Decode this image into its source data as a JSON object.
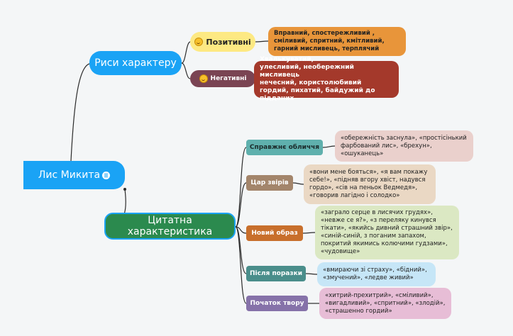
{
  "root": {
    "label": "Лис Микита",
    "icon": "note-icon"
  },
  "branches": {
    "traits": {
      "label": "Риси характеру",
      "positive": {
        "label": "Позитивні",
        "icon": "smiley-icon",
        "text": "Вправний, спостережливий , сміливий, спритний, кмітливий, гарний мисливець, терплячий"
      },
      "negative": {
        "label": "Негативні",
        "icon": "frown-icon",
        "text": "Хвалькуватий,\nулесливий,     необережний мисливець\nнечесний, користолюбивий\nгордий, пихатий, байдужий до підданих"
      }
    },
    "quotes": {
      "label": "Цитатна характеристика",
      "items": [
        {
          "label": "Справжнє обличчя",
          "text": "«обережність заснула», «простісінький фарбований лис», «брехун», «ошуканець»"
        },
        {
          "label": "Цар звірів",
          "text": "«вони мене бояться», «я вам покажу себе!», «підняв вгору хвіст, надувся гордо», «сів на пеньок Ведмедя», «говорив лагідно і солодко»"
        },
        {
          "label": "Новий образ",
          "text": "«заграло серце в лисячих грудях», «невже се я?», «з переляку кинувся тікати», «якийсь дивний страшний звір», «синій-синій, з поганим запахом, покритий якимись колючими гудзами», «чудовище»"
        },
        {
          "label": "Після поразки",
          "text": "«вмираючи зі страху», «бідний», «змучений», «ледве живий»"
        },
        {
          "label": "Початок твору",
          "text": "«хитрий-прехитрий», «сміливий», «вигадливий», «спритний», «злодій», «страшенно гордий»"
        }
      ]
    }
  },
  "colors": {
    "root": "#1aa3f5",
    "link": "#2b2b2b"
  }
}
